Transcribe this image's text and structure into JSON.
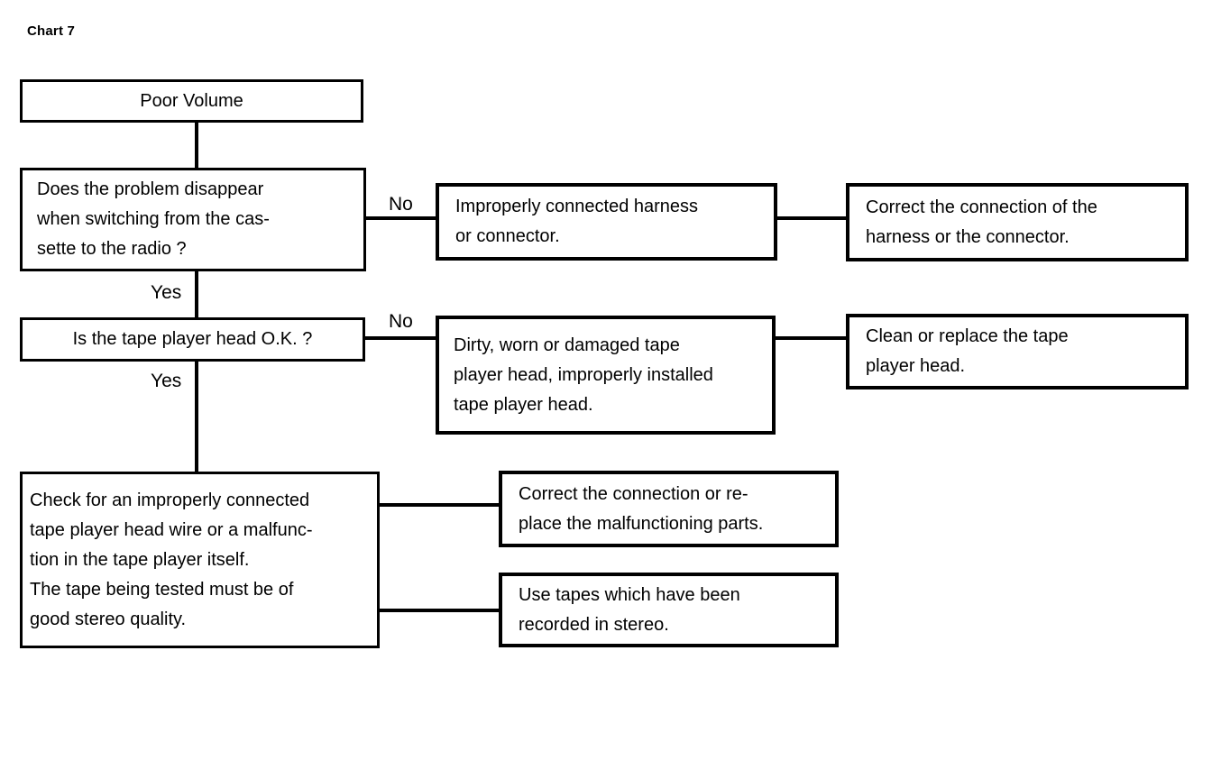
{
  "title": "Chart 7",
  "flowchart": {
    "start": "Poor Volume",
    "q1": "Does the problem disappear\nwhen switching from the cas-\nsette to the radio ?",
    "q1_no_label": "No",
    "q1_yes_label": "Yes",
    "cause1": "Improperly connected harness\nor connector.",
    "remedy1": "Correct the connection of the\nharness or the connector.",
    "q2": "Is the tape player head O.K. ?",
    "q2_no_label": "No",
    "q2_yes_label": "Yes",
    "cause2": "Dirty, worn or damaged tape\nplayer head, improperly installed\ntape player head.",
    "remedy2": "Clean or replace the tape\nplayer head.",
    "check": "Check for an improperly connected\ntape player head wire or a malfunc-\ntion in the tape player itself.\nThe tape being tested must be of\ngood stereo quality.",
    "action1": "Correct the connection or re-\nplace the malfunctioning parts.",
    "action2": "Use tapes which have been\nrecorded in stereo."
  },
  "colors": {
    "line": "#000000",
    "background": "#ffffff",
    "text": "#000000"
  }
}
